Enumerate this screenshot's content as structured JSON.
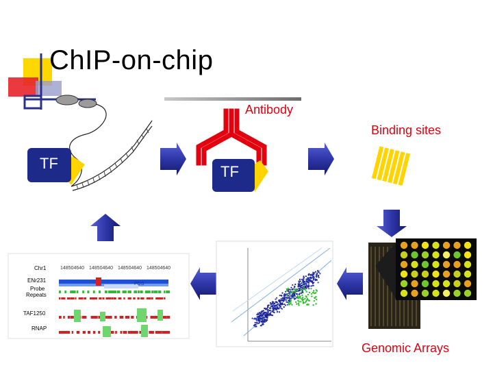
{
  "slide": {
    "title": "ChIP-on-chip",
    "tf_left": "TF",
    "tf_center": "TF",
    "antibody_label": "Antibody",
    "binding_sites_label": "Binding sites",
    "genomic_arrays_label": "Genomic Arrays"
  },
  "browser_panel": {
    "tracks": [
      "Chr1",
      "ENr231",
      "Probe",
      "Repeats",
      "TAF1250",
      "RNAP"
    ],
    "coordinates": [
      "148504640",
      "148504640",
      "148504640",
      "148504640"
    ],
    "gene_label": "PDS"
  },
  "colors": {
    "title_bar_yellow": "#ffd700",
    "title_bar_red": "#e8232a",
    "title_bar_blue": "#2b2f8c",
    "label_red": "#e3000f",
    "arrow_blue": "#2e36a8",
    "antibody_red": "#e3000f",
    "tf_yellow": "#ffd400",
    "tf_blue": "#1d2a8a"
  }
}
